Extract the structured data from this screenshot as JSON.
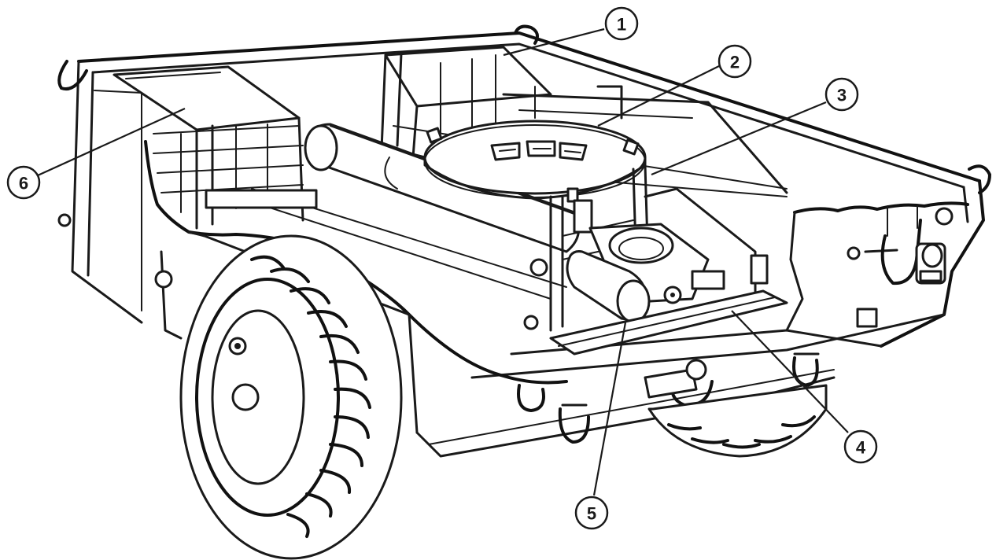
{
  "callouts": [
    {
      "id": "1",
      "label": "1"
    },
    {
      "id": "2",
      "label": "2"
    },
    {
      "id": "3",
      "label": "3"
    },
    {
      "id": "4",
      "label": "4"
    },
    {
      "id": "5",
      "label": "5"
    },
    {
      "id": "6",
      "label": "6"
    }
  ],
  "colors": {
    "ink": "#1a1a1a",
    "paper": "#ffffff"
  }
}
